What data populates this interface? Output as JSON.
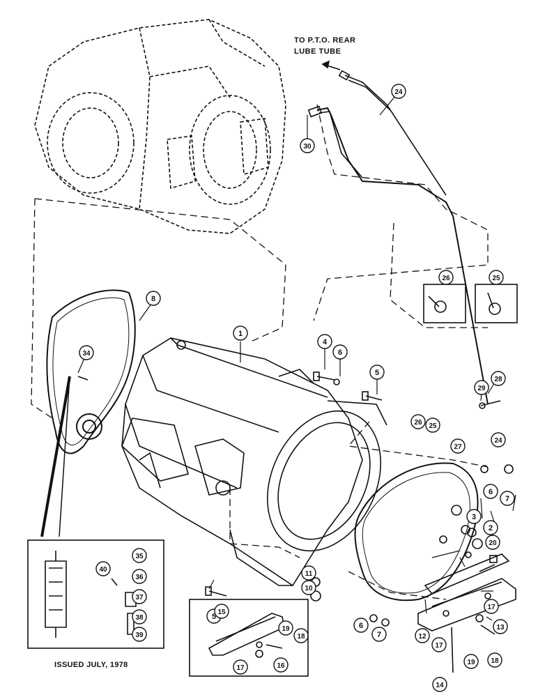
{
  "destination_note": {
    "line1": "TO P.T.O. REAR",
    "line2": "LUBE TUBE"
  },
  "issued_text": "ISSUED JULY, 1978",
  "callouts": [
    "1",
    "2",
    "3",
    "4",
    "5",
    "5",
    "6",
    "6",
    "6",
    "7",
    "7",
    "8",
    "10",
    "11",
    "12",
    "13",
    "14",
    "15",
    "16",
    "17",
    "17",
    "17",
    "18",
    "18",
    "19",
    "19",
    "20",
    "24",
    "24",
    "25",
    "25",
    "26",
    "26",
    "27",
    "28",
    "29",
    "30",
    "34",
    "35",
    "36",
    "37",
    "38",
    "39",
    "40"
  ],
  "line_color": "#111111"
}
